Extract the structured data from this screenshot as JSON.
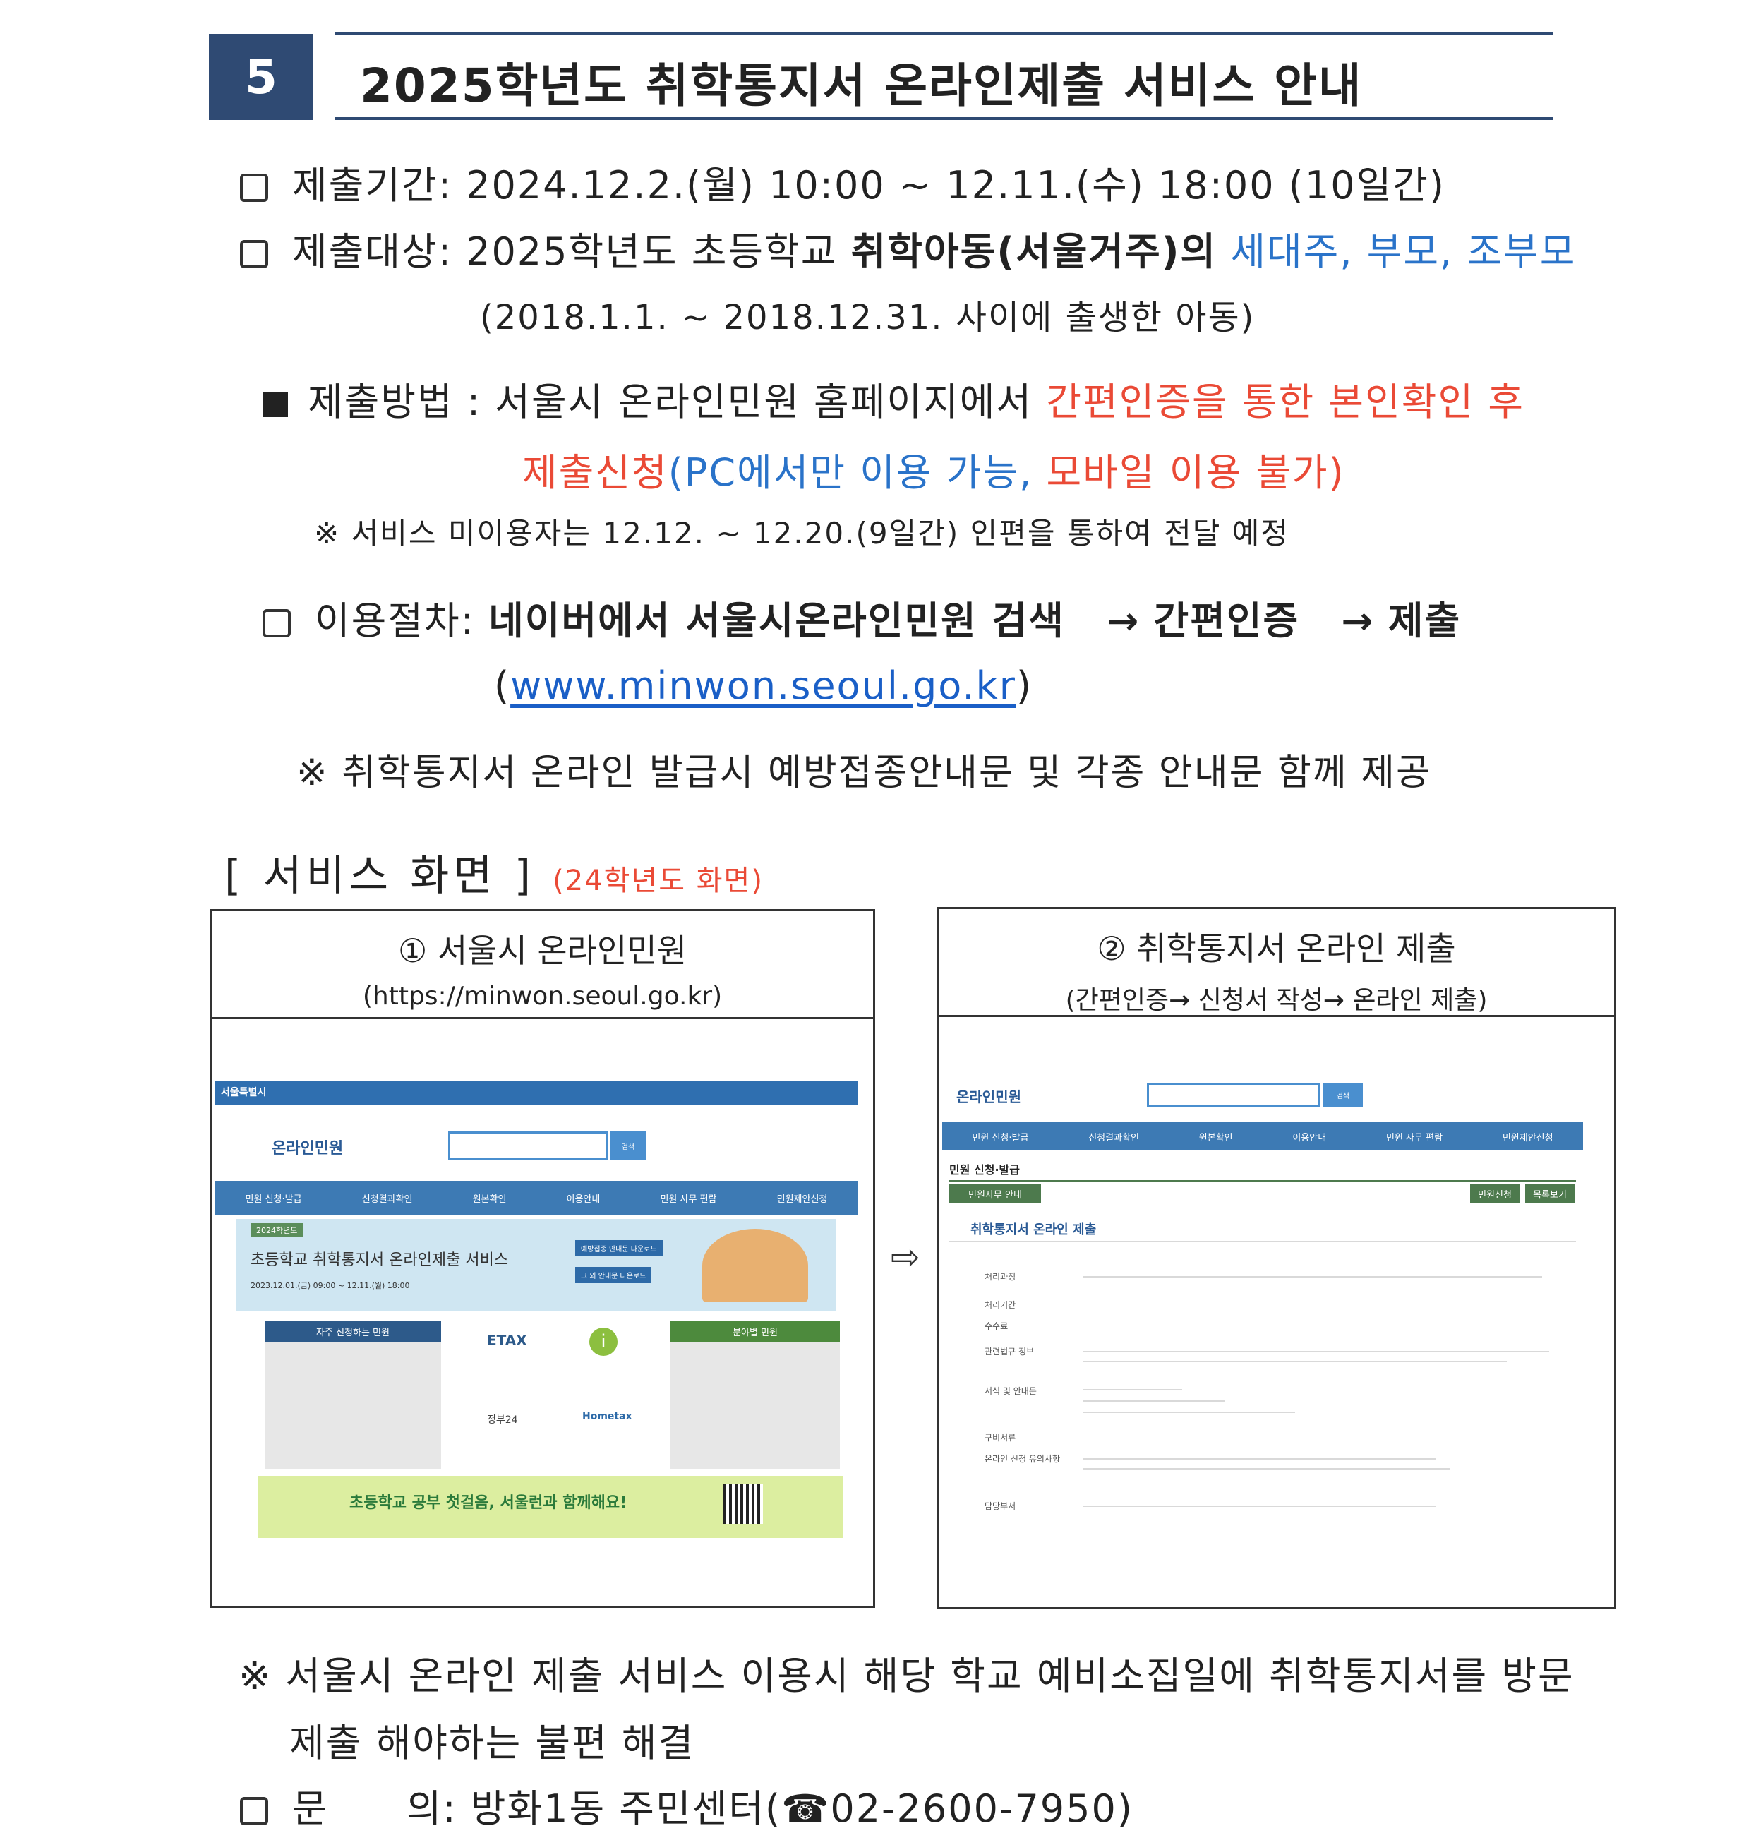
{
  "header": {
    "number": "5",
    "title": "2025학년도 취학통지서 온라인제출 서비스 안내"
  },
  "items": {
    "period_label": "제출기간:",
    "period_value": "2024.12.2.(월) 10:00 ~ 12.11.(수) 18:00",
    "period_days": "(10일간)",
    "target_label": "제출대상:",
    "target_plain": "2025학년도 초등학교",
    "target_bold": "취학아동(서울거주)의",
    "target_blue": "세대주, 부모, 조부모",
    "target_note": "(2018.1.1. ~ 2018.12.31. 사이에 출생한 아동)",
    "method_label": "제출방법",
    "method_colon": ":",
    "method_text": "서울시 온라인민원 홈페이지에서",
    "method_red1": "간편인증을 통한 본인확인 후",
    "method_red2": "제출신청",
    "method_blue": "(PC에서만 이용 가능,",
    "method_red3": "모바일 이용 불가)",
    "method_note_mark": "※",
    "method_note": "서비스 미이용자는 12.12. ~ 12.20.(9일간) 인편을 통하여 전달 예정",
    "procedure_label": "이용절차:",
    "procedure_step1": "네이버에서 서울시온라인민원 검색",
    "procedure_arrow1": "→",
    "procedure_step2": "간편인증",
    "procedure_arrow2": "→",
    "procedure_step3": "제출",
    "procedure_url_open": "(",
    "procedure_url": "www.minwon.seoul.go.kr",
    "procedure_url_close": ")",
    "provide_mark": "※",
    "provide_note": "취학통지서 온라인 발급시 예방접종안내문 및 각종 안내문 함께 제공"
  },
  "service": {
    "heading": "[ 서비스 화면 ]",
    "heading_note": "(24학년도 화면)",
    "panel1_title": "① 서울시 온라인민원",
    "panel1_sub": "(https://minwon.seoul.go.kr)",
    "panel2_title": "② 취학통지서 온라인 제출",
    "panel2_sub": "(간편인증→ 신청서 작성→ 온라인 제출)",
    "arrow": "⇨",
    "shot1": {
      "brand": "서울특별시",
      "logo": "온라인민원",
      "search_btn": "검색",
      "nav": [
        "민원 신청·발급",
        "신청결과확인",
        "원본확인",
        "이용안내",
        "민원 사무 편람",
        "민원제안신청"
      ],
      "banner_badge": "2024학년도",
      "banner_title": "초등학교 취학통지서 온라인제출 서비스",
      "banner_period": "2023.12.01.(금) 09:00 ~ 12.11.(월) 18:00",
      "banner_btn1": "예방접종 안내문 다운로드",
      "banner_btn2": "그 외 안내문 다운로드",
      "left_box_title": "자주 신청하는 민원",
      "etax": "ETAX",
      "gov24": "정부24",
      "hometax": "Hometax",
      "right_box_title": "분야별 민원",
      "promo": "초등학교 공부 첫걸음, 서울런과 함께해요!"
    },
    "shot2": {
      "logo": "온라인민원",
      "search_btn": "검색",
      "nav": [
        "민원 신청·발급",
        "신청결과확인",
        "원본확인",
        "이용안내",
        "민원 사무 편람",
        "민원제안신청"
      ],
      "section_title": "민원 신청·발급",
      "tab_label": "민원사무 안내",
      "btn_apply": "민원신청",
      "btn_list": "목록보기",
      "form_title": "취학통지서 온라인 제출",
      "row_labels": [
        "처리과정",
        "처리기간",
        "수수료",
        "관련법규 정보",
        "서식 및 안내문",
        "구비서류",
        "온라인 신청 유의사항",
        "담당부서"
      ]
    }
  },
  "footer": {
    "note_mark": "※",
    "note_line1": "서울시 온라인 제출 서비스 이용시 해당 학교 예비소집일에 취학통지서를 방문",
    "note_line2": "제출 해야하는 불편 해결",
    "contact_label_a": "문",
    "contact_label_b": "의:",
    "contact_value": "방화1동 주민센터(☎02-2600-7950)"
  },
  "colors": {
    "header_navy": "#2f4a73",
    "accent_blue": "#2a73c9",
    "accent_red": "#ea4a36",
    "link_blue": "#1a5fc7"
  }
}
